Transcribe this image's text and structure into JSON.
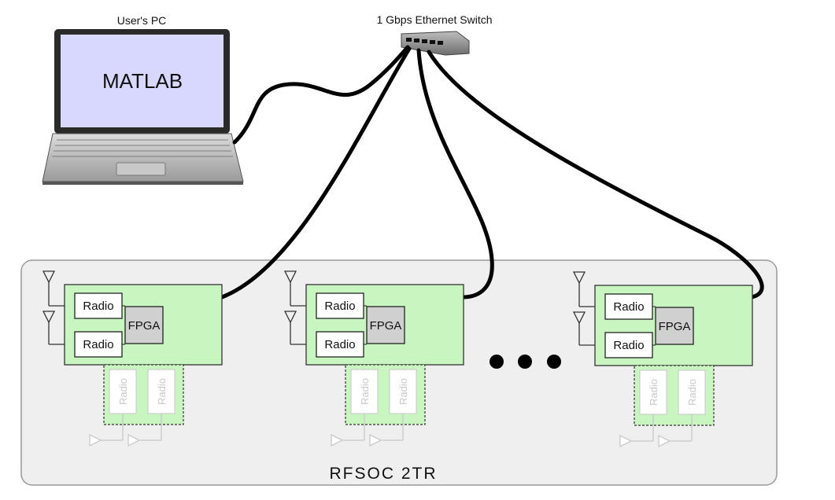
{
  "labels": {
    "pc": "User's PC",
    "screen": "MATLAB",
    "switch": "1 Gbps Ethernet Switch",
    "platform": "RFSOC 2TR"
  },
  "board": {
    "radio": "Radio",
    "fpga": "FPGA"
  },
  "colors": {
    "board_fill": "#c8f5c0",
    "platform_fill": "#efefef",
    "screen_fill": "#d8d8ff"
  }
}
